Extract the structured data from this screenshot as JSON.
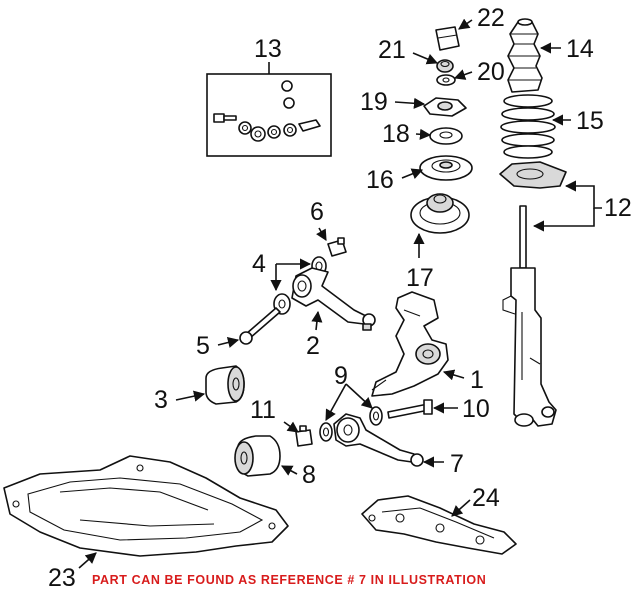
{
  "callouts": {
    "c1": "1",
    "c2": "2",
    "c3": "3",
    "c4": "4",
    "c5": "5",
    "c6": "6",
    "c7": "7",
    "c8": "8",
    "c9": "9",
    "c10": "10",
    "c11": "11",
    "c12": "12",
    "c13": "13",
    "c14": "14",
    "c15": "15",
    "c16": "16",
    "c17": "17",
    "c18": "18",
    "c19": "19",
    "c20": "20",
    "c21": "21",
    "c22": "22",
    "c23": "23",
    "c24": "24"
  },
  "note": "PART CAN BE FOUND AS REFERENCE # 7 IN ILLUSTRATION",
  "colors": {
    "note": "#d81c1c",
    "line": "#111111"
  }
}
